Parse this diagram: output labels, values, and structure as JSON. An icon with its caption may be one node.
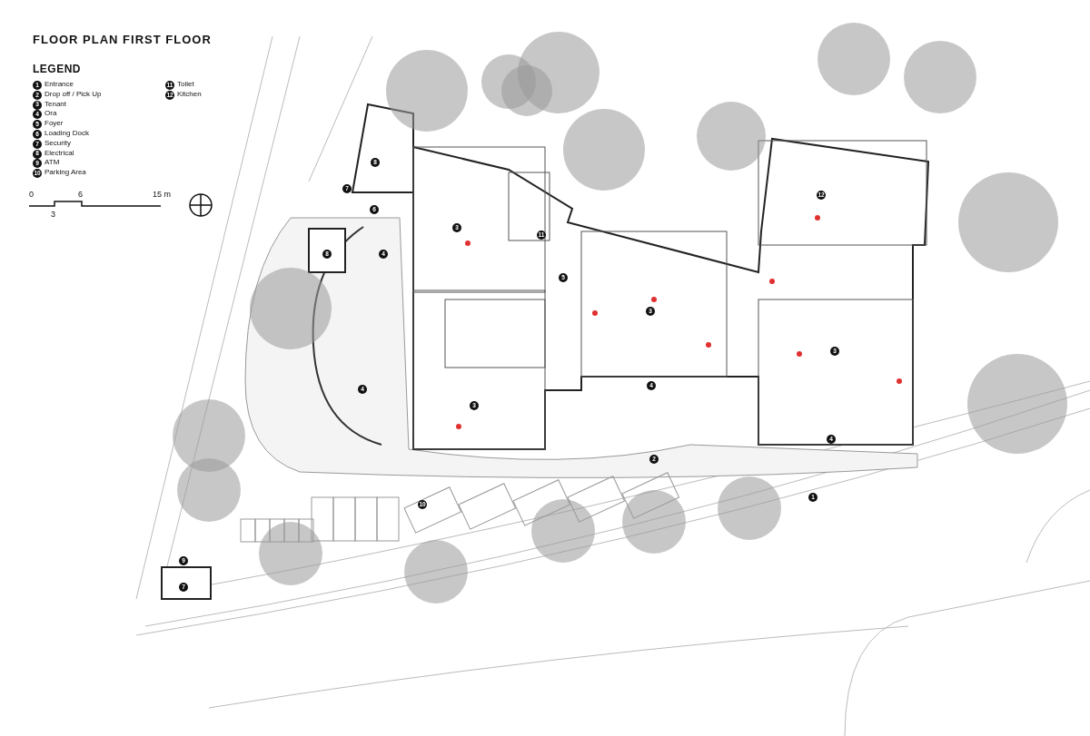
{
  "diagram": {
    "title": "FLOOR PLAN FIRST FLOOR",
    "labels": [
      "LEGEND",
      "1",
      "2",
      "3",
      "4",
      "5",
      "6",
      "7",
      "8",
      "9",
      "10",
      "11",
      "12",
      "0",
      "6",
      "15 m",
      "3",
      "8",
      "7",
      "12",
      "6",
      "3",
      "11",
      "4",
      "8",
      "5",
      "3",
      "3",
      "4",
      "4",
      "3",
      "4",
      "2",
      "1",
      "10",
      "9",
      "7"
    ],
    "legend": [
      {
        "text": "Entrance"
      },
      {
        "text": "Drop off / Pick Up"
      },
      {
        "text": "Tenant"
      },
      {
        "text": "Ora"
      },
      {
        "text": "Foyer"
      },
      {
        "text": "Loading Dock"
      },
      {
        "text": "Security"
      },
      {
        "text": "Electrical"
      },
      {
        "text": "ATM"
      },
      {
        "text": "Parking Area"
      },
      {
        "text": "Toilet"
      },
      {
        "text": "Kitchen"
      }
    ]
  }
}
